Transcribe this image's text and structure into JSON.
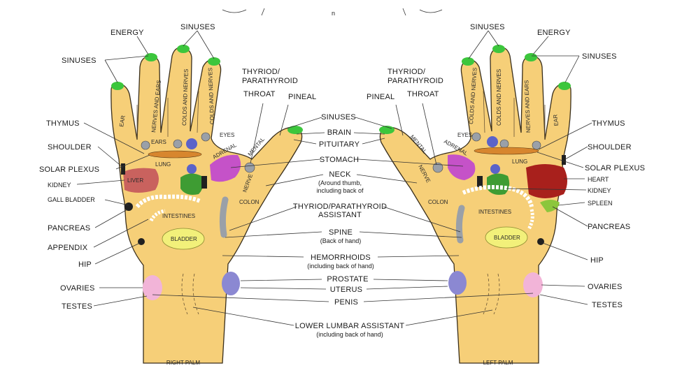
{
  "top_fragment": "n",
  "captions": {
    "right_palm": "RIGHT PALM",
    "left_palm": "LEFT PALM"
  },
  "center_labels": {
    "sinuses": "SINUSES",
    "brain": "BRAIN",
    "pituitary": "PITUITARY",
    "stomach": "STOMACH",
    "neck": "NECK",
    "neck_note_1": "(Around thumb,",
    "neck_note_2": "including back of",
    "thyroid_assistant_1": "THYRIOD/PARATHYROID",
    "thyroid_assistant_2": "ASSISTANT",
    "spine": "SPINE",
    "spine_note": "(Back of hand)",
    "hemorrhoids": "HEMORRHOIDS",
    "hemorrhoids_note": "(including back of  hand)",
    "prostate": "PROSTATE",
    "uterus": "UTERUS",
    "penis": "PENIS",
    "lower_lumbar": "LOWER LUMBAR ASSISTANT",
    "lower_lumbar_note": "(including back of  hand)"
  },
  "right_hand_labels": {
    "energy": "ENERGY",
    "sinuses_top": "SINUSES",
    "sinuses_left": "SINUSES",
    "thyroid_1": "THYRIOD/",
    "thyroid_2": "PARATHYROID",
    "throat": "THROAT",
    "pineal": "PINEAL",
    "thymus": "THYMUS",
    "shoulder": "SHOULDER",
    "solar_plexus": "SOLAR PLEXUS",
    "kidney": "KIDNEY",
    "gall_bladder": "GALL BLADDER",
    "pancreas": "PANCREAS",
    "appendix": "APPENDIX",
    "hip": "HIP",
    "ovaries": "OVARIES",
    "testes": "TESTES"
  },
  "left_hand_labels": {
    "sinuses_top": "SINUSES",
    "energy": "ENERGY",
    "sinuses_right": "SINUSES",
    "thyroid_1": "THYRIOD/",
    "thyroid_2": "PARATHYROID",
    "throat": "THROAT",
    "pineal": "PINEAL",
    "thymus": "THYMUS",
    "shoulder": "SHOULDER",
    "solar_plexus": "SOLAR PLEXUS",
    "heart": "HEART",
    "kidney": "KIDNEY",
    "spleen": "SPLEEN",
    "pancreas": "PANCREAS",
    "hip": "HIP",
    "ovaries": "OVARIES",
    "testes": "TESTES"
  },
  "in_hand_labels": {
    "ear": "EAR",
    "nerves_and_ears": "NERVES AND EARS",
    "colds_and_nerves": "COLDS AND NERVES",
    "ears": "EARS",
    "eyes": "EYES",
    "lung": "LUNG",
    "adrenal": "ADRENAL",
    "mental": "MENTAL",
    "nerve": "NERVE",
    "liver": "LIVER",
    "colon": "COLON",
    "intestines": "INTESTINES",
    "bladder": "BLADDER"
  },
  "colors": {
    "hand": "#f6cf78",
    "fingertip": "#3cc63c",
    "lung": "#d7862e",
    "liver": "#c9625e",
    "heart": "#a8201c",
    "kidney": "#3e9c33",
    "adrenal": "#c552c8",
    "eyes": "#5b63c9",
    "bladder": "#f2f07a",
    "spleen": "#8cc63c",
    "ovaries": "#f2b4d8",
    "uterus": "#8b88d2",
    "spine": "#9aa0a8",
    "shoulder": "#202020"
  }
}
